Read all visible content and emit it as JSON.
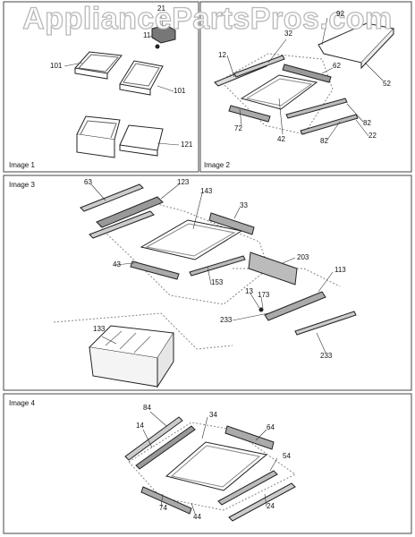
{
  "watermark": "AppliancePartsPros.com",
  "panels": [
    {
      "label": "Image 1"
    },
    {
      "label": "Image 2"
    },
    {
      "label": "Image 3"
    },
    {
      "label": "Image 4"
    }
  ],
  "callouts": {
    "img1": [
      "21",
      "11",
      "101",
      "101",
      "121"
    ],
    "img2": [
      "92",
      "32",
      "12",
      "62",
      "52",
      "72",
      "42",
      "82",
      "22",
      "82"
    ],
    "img3": [
      "63",
      "123",
      "143",
      "33",
      "43",
      "153",
      "203",
      "113",
      "13",
      "173",
      "233",
      "233",
      "133"
    ],
    "img4": [
      "84",
      "34",
      "14",
      "64",
      "54",
      "74",
      "44",
      "24"
    ]
  }
}
